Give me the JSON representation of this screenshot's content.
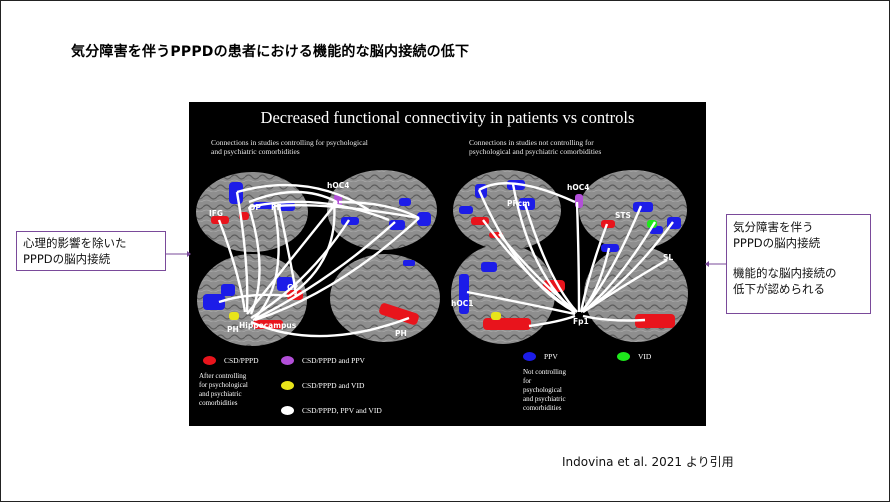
{
  "slide": {
    "title": "気分障害を伴うPPPDの患者における機能的な脳内接続の低下",
    "citation": "Indovina  et al. 2021 より引用"
  },
  "figure": {
    "title": "Decreased functional connectivity in patients vs controls",
    "left_subtitle": [
      "Connections in studies controlling for psychological",
      "and psychiatric comorbidities"
    ],
    "right_subtitle": [
      "Connections in studies not controlling for",
      "psychological and psychiatric comorbidities"
    ],
    "region_labels": {
      "hoc4_left": "hOC4",
      "hoc4_right": "hOC4",
      "hoc1": "hOC1",
      "fp1": "Fp1",
      "sl": "SL",
      "ph_left": "PH",
      "ph_right": "PH",
      "hippocampus": "Hippocampus",
      "g2": "G2",
      "ifg": "IFG",
      "op": "OP",
      "pf": "PF",
      "pf_cm": "PFcm",
      "sts": "STS"
    },
    "legend": {
      "csd_pppd": "CSD/PPPD",
      "csd_pppd_ppv": "CSD/PPPD and PPV",
      "csd_pppd_vid": "CSD/PPPD and VID",
      "csd_pppd_ppv_vid": "CSD/PPPD, PPV and VID",
      "ppv": "PPV",
      "vid": "VID",
      "after_note": [
        "After controlling",
        "for psychological",
        "and psychiatric",
        "comorbidities"
      ],
      "not_note": [
        "Not controlling",
        "for",
        "psychological",
        "and psychiatric",
        "comorbidities"
      ]
    },
    "colors": {
      "csd_pppd": "#e8141c",
      "csd_pppd_ppv": "#b24fd8",
      "csd_pppd_vid": "#e8e41a",
      "csd_pppd_ppv_vid": "#ffffff",
      "ppv": "#1c1ce8",
      "vid": "#1ee81c"
    }
  },
  "callouts": {
    "left": [
      "心理的影響を除いた",
      "PPPDの脳内接続"
    ],
    "right_top": [
      "気分障害を伴う",
      "PPPDの脳内接続"
    ],
    "right_bottom": [
      "機能的な脳内接続の",
      "低下が認められる"
    ]
  }
}
